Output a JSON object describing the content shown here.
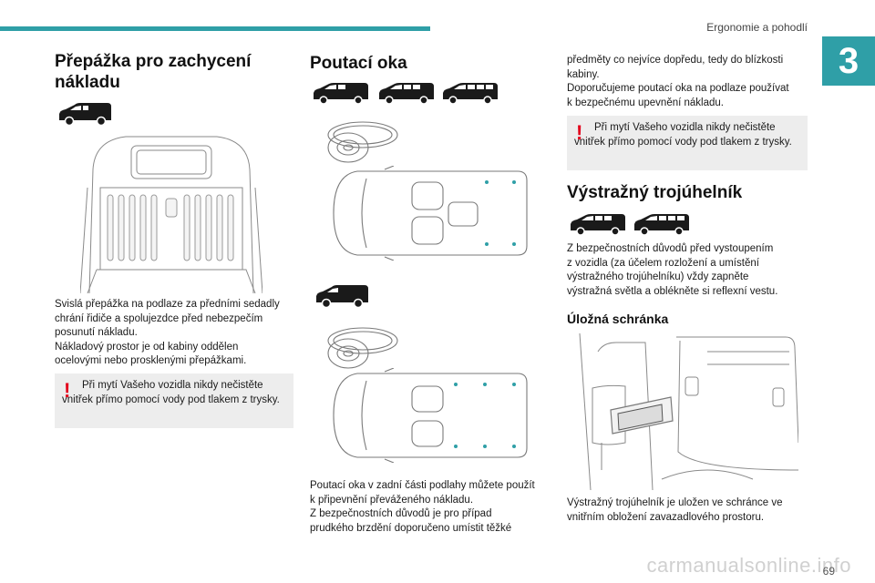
{
  "header": {
    "section_title": "Ergonomie a pohodlí",
    "chapter_number": "3",
    "page_number": "69"
  },
  "watermark": "carmanualsonline.info",
  "colors": {
    "accent": "#2f9fa7",
    "warning_red": "#e3001b",
    "box_bg": "#ededed"
  },
  "col1": {
    "title": "Přepážka pro zachycení nákladu",
    "body": [
      "Svislá přepážka na podlaze za předními sedadly",
      "chrání řidiče a spolujezdce před nebezpečím",
      "posunutí nákladu.",
      "Nákladový prostor je od kabiny oddělen",
      "ocelovými nebo prosklenými přepážkami."
    ],
    "warning": "Při mytí Vašeho vozidla nikdy nečistěte vnitřek přímo pomocí vody pod tlakem z trysky."
  },
  "col2": {
    "title": "Poutací oka",
    "body": [
      "Poutací oka v zadní části podlahy můžete použít",
      "k připevnění převáženého nákladu.",
      "Z bezpečnostních důvodů je pro případ",
      "prudkého brzdění doporučeno umístit těžké"
    ]
  },
  "col3": {
    "cont": [
      "předměty co nejvíce dopředu, tedy do blízkosti",
      "kabiny.",
      "Doporučujeme poutací oka na podlaze používat",
      "k bezpečnému upevnění nákladu."
    ],
    "warning": "Při mytí Vašeho vozidla nikdy nečistěte vnitřek přímo pomocí vody pod tlakem z trysky.",
    "title": "Výstražný trojúhelník",
    "body": [
      "Z bezpečnostních důvodů před vystoupením",
      "z vozidla (za účelem rozložení a umístění",
      "výstražného trojúhelníku) vždy zapněte",
      "výstražná světla a oblékněte si reflexní vestu."
    ],
    "subtitle": "Úložná schránka",
    "caption": [
      "Výstražný trojúhelník je uložen ve schránce ve",
      "vnitřním obložení zavazadlového prostoru."
    ]
  }
}
